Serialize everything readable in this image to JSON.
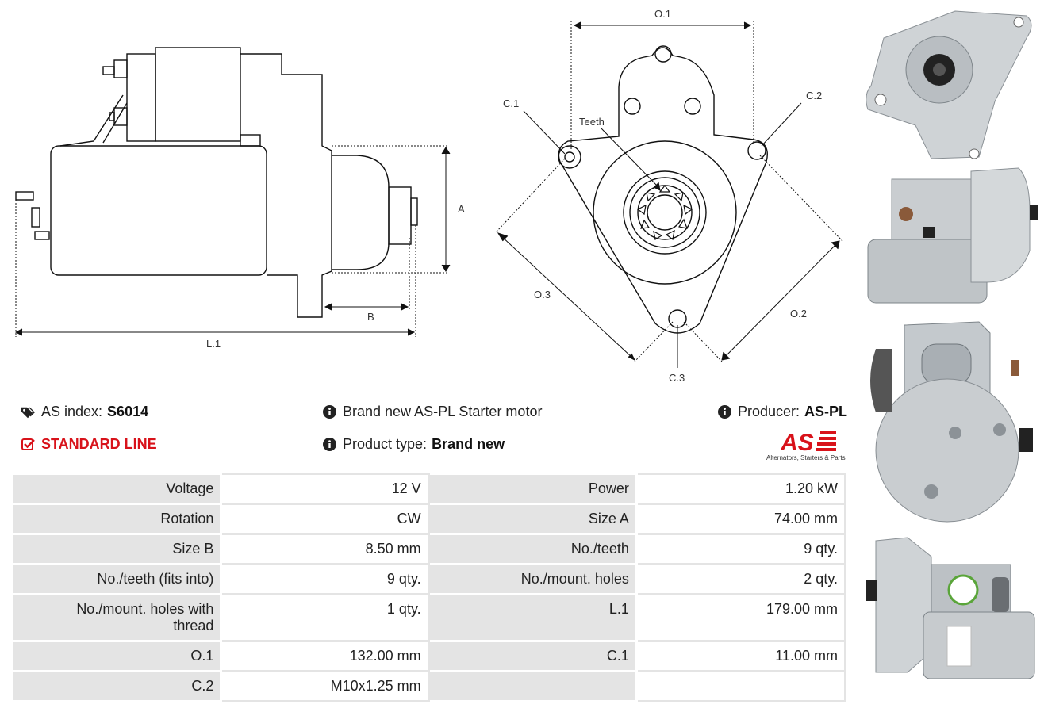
{
  "drawing": {
    "labels": {
      "a": "A",
      "b": "B",
      "l1": "L.1",
      "o1": "O.1",
      "o2": "O.2",
      "o3": "O.3",
      "c1": "C.1",
      "c2": "C.2",
      "c3": "C.3",
      "teeth": "Teeth"
    }
  },
  "info": {
    "as_index_label": "AS index:",
    "as_index_value": "S6014",
    "standard_line": "STANDARD LINE",
    "description": "Brand new AS-PL Starter motor",
    "product_type_label": "Product type:",
    "product_type_value": "Brand new",
    "producer_label": "Producer:",
    "producer_value": "AS-PL",
    "logo_text": "AS",
    "logo_tagline": "Alternators, Starters & Parts"
  },
  "colors": {
    "accent_red": "#d8121a",
    "table_label_bg": "#e4e4e4"
  },
  "specs": [
    [
      {
        "label": "Voltage",
        "value": "12 V"
      },
      {
        "label": "Power",
        "value": "1.20 kW"
      }
    ],
    [
      {
        "label": "Rotation",
        "value": "CW"
      },
      {
        "label": "Size A",
        "value": "74.00 mm"
      }
    ],
    [
      {
        "label": "Size B",
        "value": "8.50 mm"
      },
      {
        "label": "No./teeth",
        "value": "9 qty."
      }
    ],
    [
      {
        "label": "No./teeth (fits into)",
        "value": "9 qty."
      },
      {
        "label": "No./mount. holes",
        "value": "2 qty."
      }
    ],
    [
      {
        "label": "No./mount. holes with thread",
        "value": "1 qty."
      },
      {
        "label": "L.1",
        "value": "179.00 mm"
      }
    ],
    [
      {
        "label": "O.1",
        "value": "132.00 mm"
      },
      {
        "label": "C.1",
        "value": "11.00 mm"
      }
    ],
    [
      {
        "label": "C.2",
        "value": "M10x1.25 mm"
      },
      {
        "label": "",
        "value": ""
      }
    ]
  ]
}
